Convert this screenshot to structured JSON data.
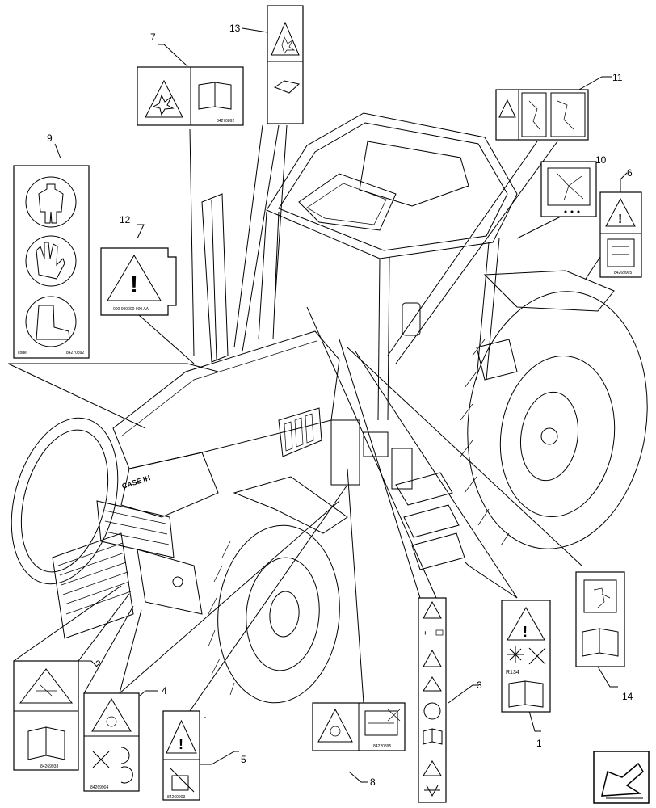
{
  "diagram": {
    "callouts": [
      {
        "id": "c1",
        "label": "1"
      },
      {
        "id": "c2",
        "label": "2"
      },
      {
        "id": "c3",
        "label": "3"
      },
      {
        "id": "c4",
        "label": "4"
      },
      {
        "id": "c5",
        "label": "5"
      },
      {
        "id": "c6",
        "label": "6"
      },
      {
        "id": "c7",
        "label": "7"
      },
      {
        "id": "c8",
        "label": "8"
      },
      {
        "id": "c9",
        "label": "9"
      },
      {
        "id": "c10",
        "label": "10"
      },
      {
        "id": "c11",
        "label": "11"
      },
      {
        "id": "c12",
        "label": "12"
      },
      {
        "id": "c13",
        "label": "13"
      },
      {
        "id": "c14",
        "label": "14"
      }
    ],
    "decal_codes": {
      "decal_2": "84269938",
      "decal_4": "84269904",
      "decal_5": "84269903",
      "decal_6": "84269905",
      "decal_7": "84270892",
      "decal_8": "84220895",
      "decal_9": "84270892",
      "decal_12": "000 000000 000 AA"
    },
    "decal_text": {
      "refrigerant": "R134",
      "brand": "CASE IH"
    },
    "nav_icon": "page-forward-arrow-icon"
  }
}
